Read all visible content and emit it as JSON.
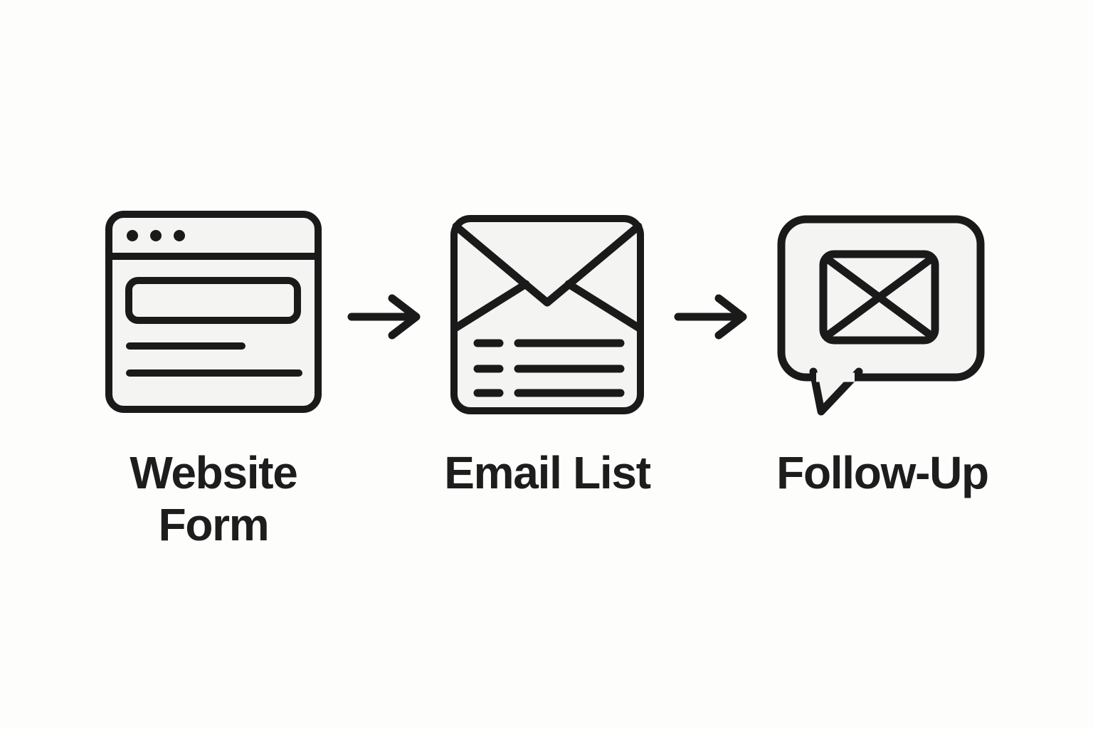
{
  "diagram": {
    "type": "flow",
    "direction": "left-to-right",
    "colors": {
      "background": "#fdfdfc",
      "stroke": "#1a1a1a",
      "icon_fill": "#f4f4f2",
      "text": "#1d1d1d"
    },
    "steps": [
      {
        "label": "Website Form",
        "icon": "browser-form-icon"
      },
      {
        "label": "Email List",
        "icon": "envelope-list-icon"
      },
      {
        "label": "Follow-Up",
        "icon": "speech-bubble-envelope-icon"
      }
    ],
    "connectors": [
      {
        "from": "Website Form",
        "to": "Email List",
        "type": "arrow-right-icon"
      },
      {
        "from": "Email List",
        "to": "Follow-Up",
        "type": "arrow-right-icon"
      }
    ]
  }
}
